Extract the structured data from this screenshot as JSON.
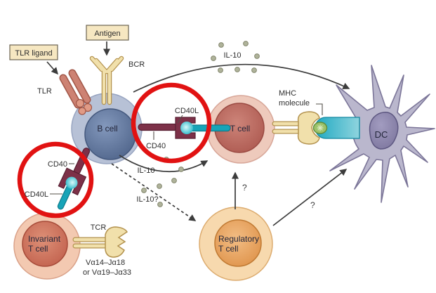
{
  "labels": {
    "antigen": "Antigen",
    "tlr_ligand": "TLR ligand",
    "tlr": "TLR",
    "bcr": "BCR",
    "b_cell": "B cell",
    "t_cell": "T cell",
    "dc": "DC",
    "invariant_t_cell_line1": "Invariant",
    "invariant_t_cell_line2": "T cell",
    "regulatory_t_cell_line1": "Regulatory",
    "regulatory_t_cell_line2": "T cell",
    "cd40_upper": "CD40",
    "cd40l_upper": "CD40L",
    "cd40_lower": "CD40",
    "cd40l_lower": "CD40L",
    "mhc_line1": "MHC",
    "mhc_line2": "molecule",
    "tcr": "TCR",
    "tcr_genes_line1": "Vα14–Jα18",
    "tcr_genes_line2": "or Vα19–Jα33",
    "il10_upper": "IL-10",
    "il10_middle": "IL-10",
    "il10_question": "IL-10?",
    "question_reg_to_t": "?",
    "question_reg_to_dc": "?"
  },
  "colors": {
    "background": "#ffffff",
    "highlight_ring": "#e11212",
    "label_box_fill": "#f6e7c1",
    "label_box_border": "#6b6352",
    "b_cell_body": "#b7c1d6",
    "t_cell_body": "#eecabc",
    "invariant_t_cell_body": "#f3c9b1",
    "regulatory_t_cell_body": "#f7d9ae",
    "dc_body": "#bab7cd",
    "cd40_color": "#7d3048",
    "cd40l_color": "#17a4b8",
    "receptor_tan": "#f1e0ab",
    "tlr_color": "#cd8273",
    "mhc_color": "#2ab2c8",
    "peptide_color": "#9cc26b",
    "cytokine_dot": "#afb39a",
    "arrow": "#3c3c3c"
  }
}
